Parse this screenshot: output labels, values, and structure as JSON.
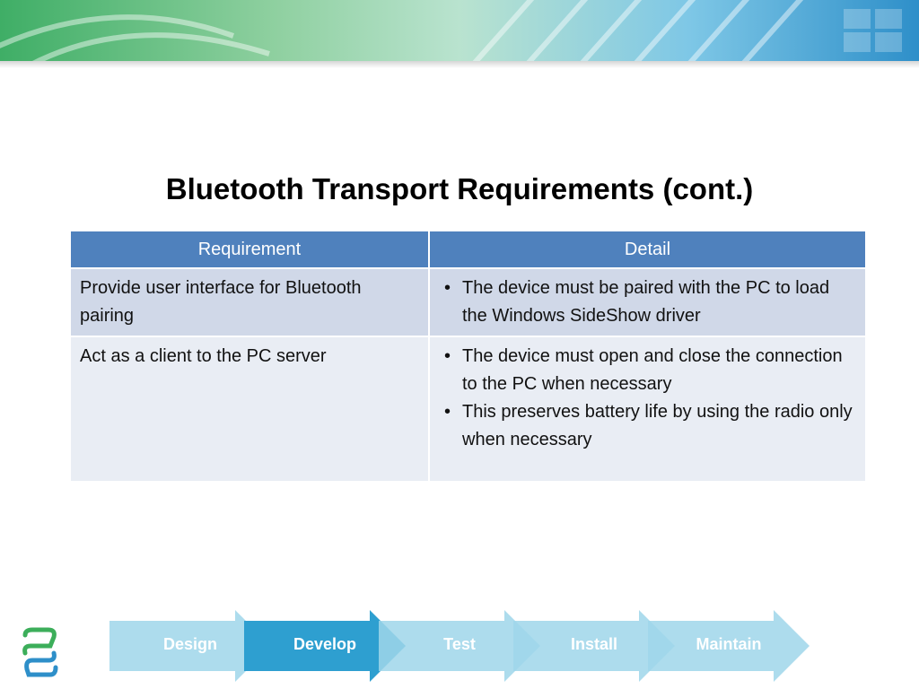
{
  "slide": {
    "title": "Bluetooth Transport Requirements (cont.)"
  },
  "table": {
    "headers": [
      "Requirement",
      "Detail"
    ],
    "rows": [
      {
        "requirement": "Provide user interface for Bluetooth pairing",
        "details": [
          "The device must be paired with the PC to load the Windows SideShow driver"
        ]
      },
      {
        "requirement": "Act as a client to the PC server",
        "details": [
          "The device must open and close the connection to the PC when necessary",
          "This preserves battery life by using the radio only when necessary"
        ]
      }
    ]
  },
  "process": {
    "steps": [
      "Design",
      "Develop",
      "Test",
      "Install",
      "Maintain"
    ],
    "active_step": "Develop",
    "colors": {
      "inactive": "#9fd6ea",
      "active": "#2e9fd0"
    }
  },
  "theme": {
    "header_blue": "#4f81bd",
    "row_odd": "#d0d8e8",
    "row_even": "#e9edf4"
  }
}
